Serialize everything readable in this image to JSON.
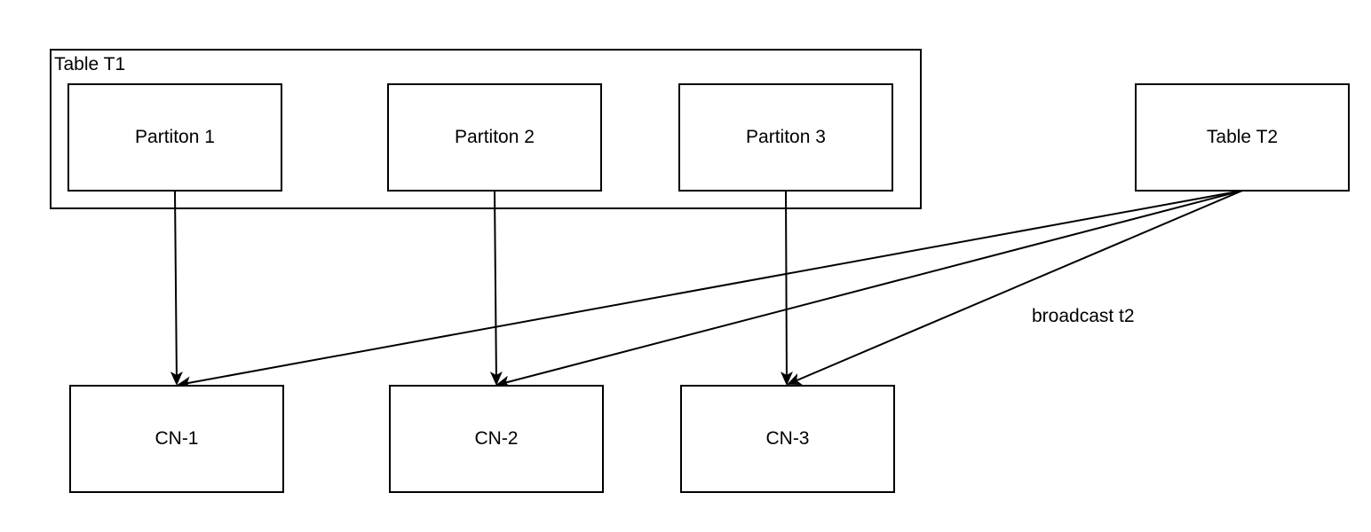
{
  "diagram": {
    "group": {
      "label": "Table T1"
    },
    "nodes": {
      "partition_1": "Partiton 1",
      "partition_2": "Partiton 2",
      "partition_3": "Partiton 3",
      "table_t2": "Table T2",
      "cn_1": "CN-1",
      "cn_2": "CN-2",
      "cn_3": "CN-3"
    },
    "edges": [
      {
        "from": "Partiton 1",
        "to": "CN-1"
      },
      {
        "from": "Partiton 2",
        "to": "CN-2"
      },
      {
        "from": "Partiton 3",
        "to": "CN-3"
      },
      {
        "from": "Table T2",
        "to": "CN-1"
      },
      {
        "from": "Table T2",
        "to": "CN-2"
      },
      {
        "from": "Table T2",
        "to": "CN-3"
      }
    ],
    "edge_label": "broadcast t2",
    "colors": {
      "stroke": "#000000",
      "background": "#ffffff"
    }
  }
}
